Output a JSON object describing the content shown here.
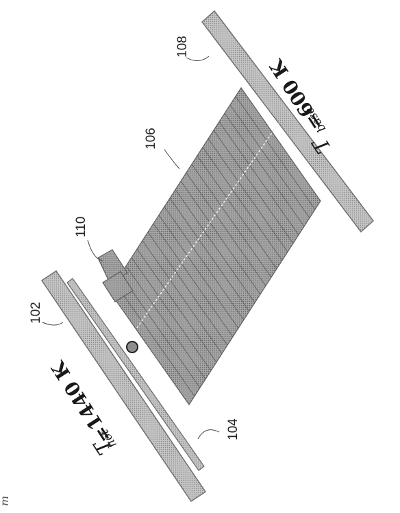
{
  "labels": {
    "ref_102": "102",
    "ref_104": "104",
    "ref_106": "106",
    "ref_108": "108",
    "ref_110": "110"
  },
  "temperatures": {
    "hot_symbol": "T",
    "hot_subscript": "hot",
    "hot_value": "=1440 K",
    "base_symbol": "T",
    "base_subscript": "base",
    "base_value": "=600 K"
  },
  "edge_text": "m",
  "colors": {
    "plate_fill": "#b5b5b5",
    "plate_stroke": "#6f6f6f",
    "block_fill": "#9d9d9d",
    "block_stroke": "#5e5e5e",
    "leader": "#444444"
  }
}
